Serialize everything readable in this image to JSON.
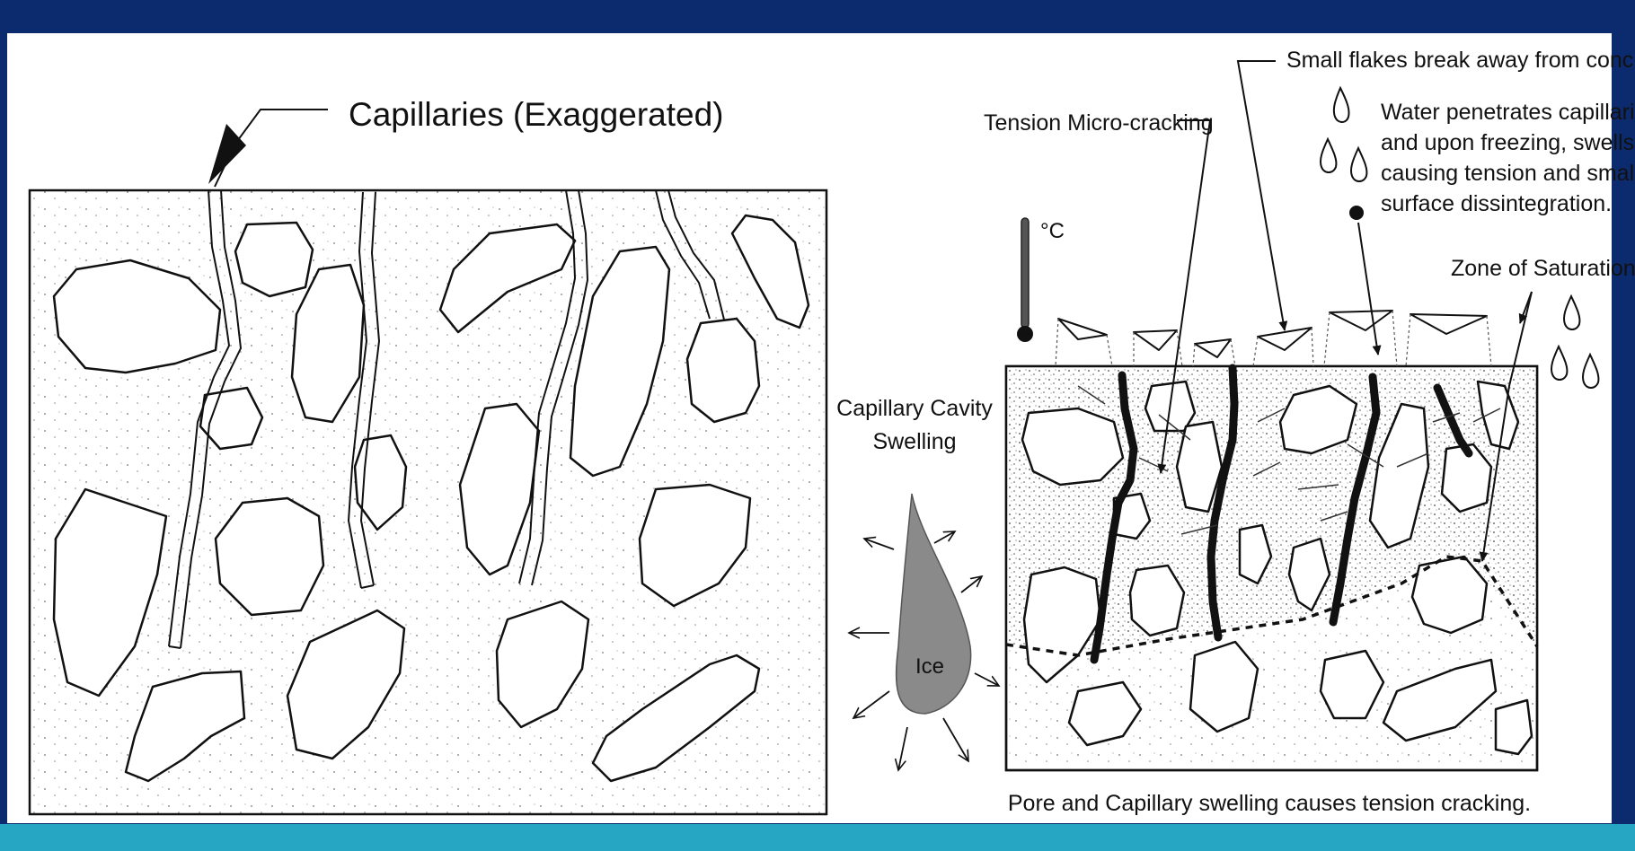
{
  "labels": {
    "capillaries": "Capillaries (Exaggerated)",
    "small_flakes": "Small flakes break away from concrete.",
    "tension_micro_cracking": "Tension Micro-cracking",
    "water_penetrates": [
      "Water penetrates capillaries",
      "and upon freezing, swells,",
      "causing tension and small",
      "surface dissintegration."
    ],
    "degree_c": "°C",
    "zone_of_saturation": "Zone of Saturation",
    "capillary_cavity_swelling": [
      "Capillary Cavity",
      "Swelling"
    ],
    "ice": "Ice",
    "caption": "Pore and Capillary swelling causes tension cracking."
  },
  "colors": {
    "background": "#0c2a6e",
    "bottom_band": "#27a6c4",
    "panel": "#ffffff",
    "ink": "#111111",
    "ice": "#8a8a8a"
  }
}
